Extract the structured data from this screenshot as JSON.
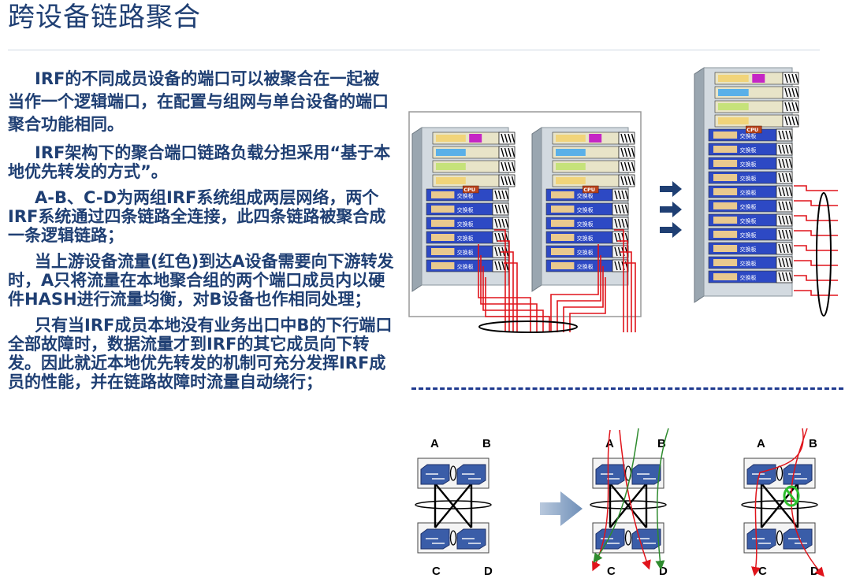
{
  "slide": {
    "title": "跨设备链路聚合",
    "paragraphs": [
      "IRF的不同成员设备的端口可以被聚合在一起被当作一个逻辑端口，在配置与组网与单台设备的端口聚合功能相同。",
      "IRF架构下的聚合端口链路负载分担采用“基于本地优先转发的方式”。",
      "A-B、C-D为两组IRF系统组成两层网络，两个IRF系统通过四条链路全连接，此四条链路被聚合成一条逻辑链路；",
      "当上游设备流量(红色)到达A设备需要向下游转发时，A只将流量在本地聚合组的两个端口成员内以硬件HASH进行流量均衡，对B设备也作相同处理；",
      "只有当IRF成员本地没有业务出口中B的下行端口全部故障时，数据流量才到IRF的其它成员向下转发。因此就近本地优先转发的机制可充分发挥IRF成员的性能，并在链路故障时流量自动绕行；"
    ]
  },
  "chassis_labels": {
    "cpu": "CPU",
    "card": "交换板"
  },
  "topology": {
    "diagrams": [
      {
        "labels": [
          "A",
          "B",
          "C",
          "D"
        ]
      },
      {
        "labels": [
          "A",
          "B",
          "C",
          "D"
        ]
      },
      {
        "labels": [
          "A",
          "B",
          "C",
          "D"
        ]
      }
    ]
  },
  "colors": {
    "title": "#1f3f73",
    "text": "#1f3f73",
    "traffic_red": "#e0141b",
    "traffic_green": "#2e8b2e",
    "arrow_navy": "#1f3f73",
    "switch_blue": "#3a5da8",
    "dashed_line": "#1f3a8f"
  }
}
